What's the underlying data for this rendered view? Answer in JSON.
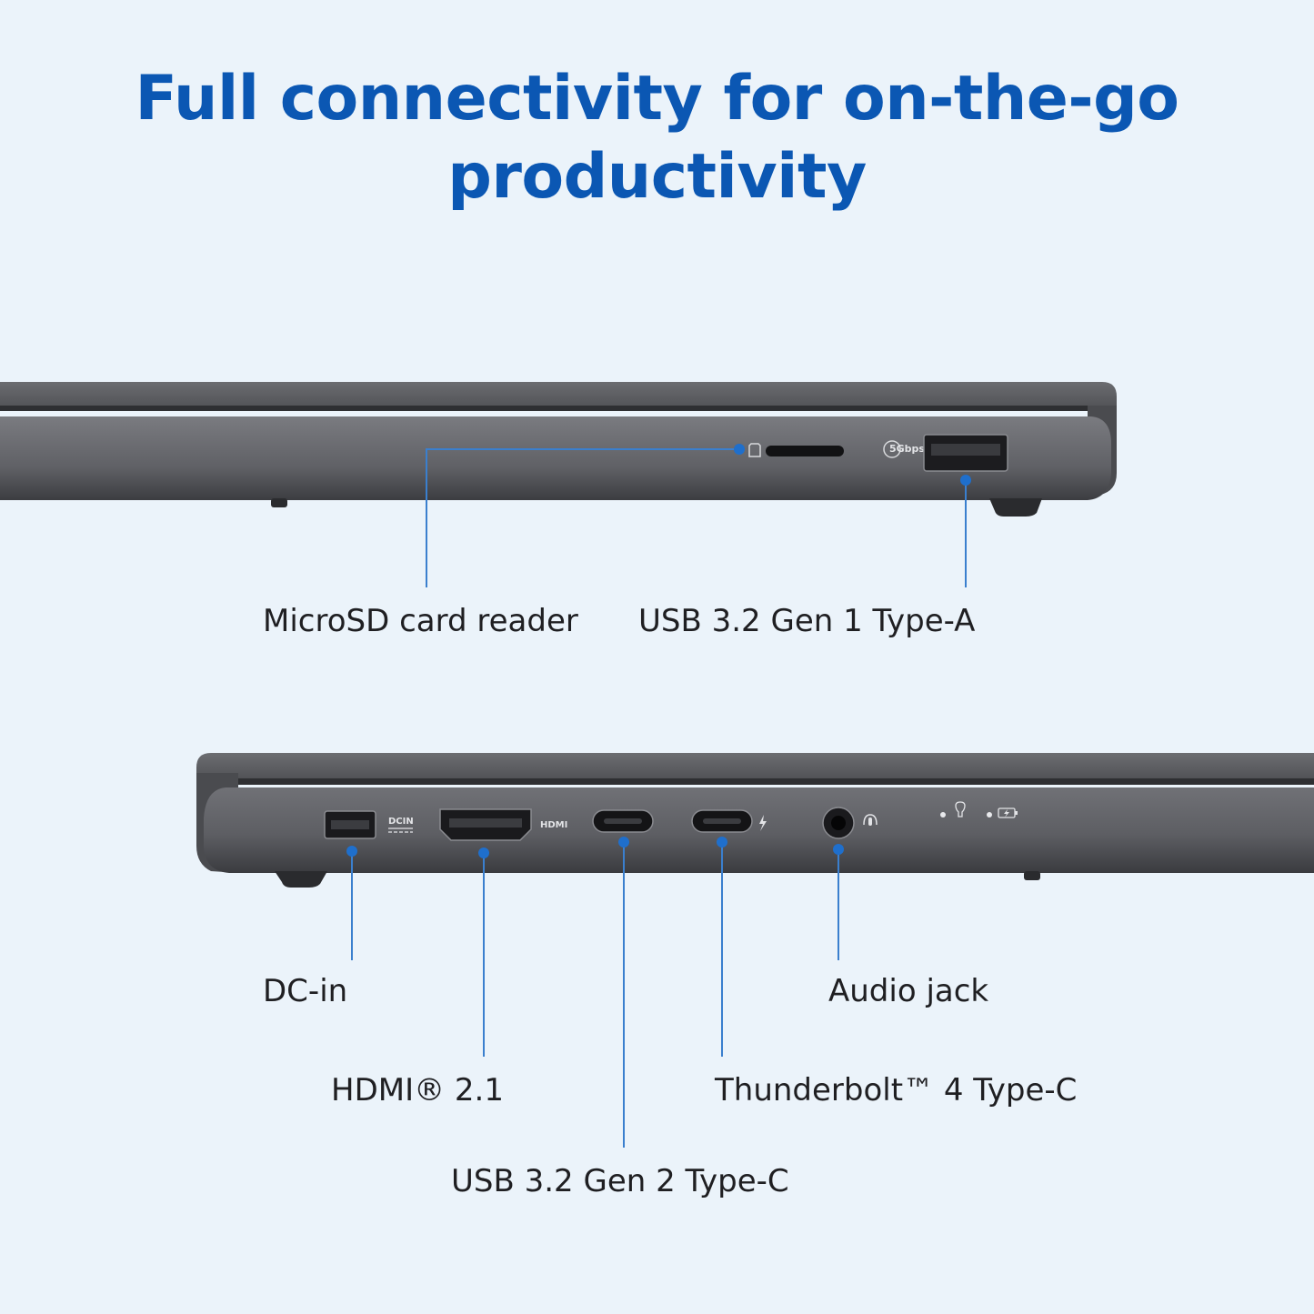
{
  "headline": {
    "line1": "Full connectivity for on-the-go",
    "line2": "productivity"
  },
  "colors": {
    "background": "#ebf3fa",
    "headline": "#0b57b3",
    "callout_line": "#3a7fce",
    "label_text": "#1f1f22",
    "laptop_body": "#5b5c60"
  },
  "top_view": {
    "port_markings": {
      "usb_speed": "5Gbps"
    },
    "labels": {
      "microsd": "MicroSD card reader",
      "usb_a": "USB 3.2 Gen 1 Type-A"
    }
  },
  "bottom_view": {
    "port_markings": {
      "dc": "DCIN",
      "hdmi": "HDMI"
    },
    "labels": {
      "dc_in": "DC-in",
      "hdmi": "HDMI® 2.1",
      "usb_c": "USB 3.2 Gen 2 Type-C",
      "thunderbolt": "Thunderbolt™ 4 Type-C",
      "audio": "Audio jack"
    }
  }
}
